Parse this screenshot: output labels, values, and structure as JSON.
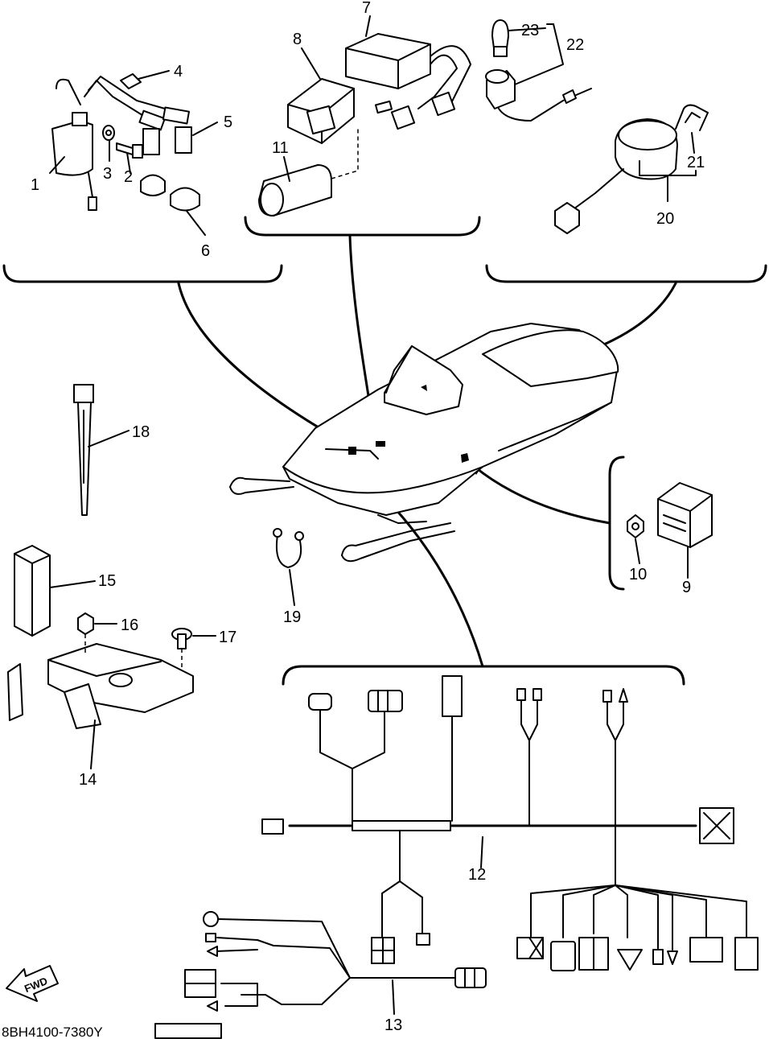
{
  "diagram": {
    "code": "8BH4100-7380Y",
    "fwd_label": "FWD",
    "callouts": [
      "1",
      "2",
      "3",
      "4",
      "5",
      "6",
      "7",
      "8",
      "9",
      "10",
      "11",
      "12",
      "13",
      "14",
      "15",
      "16",
      "17",
      "18",
      "19",
      "20",
      "21",
      "22",
      "23"
    ]
  }
}
